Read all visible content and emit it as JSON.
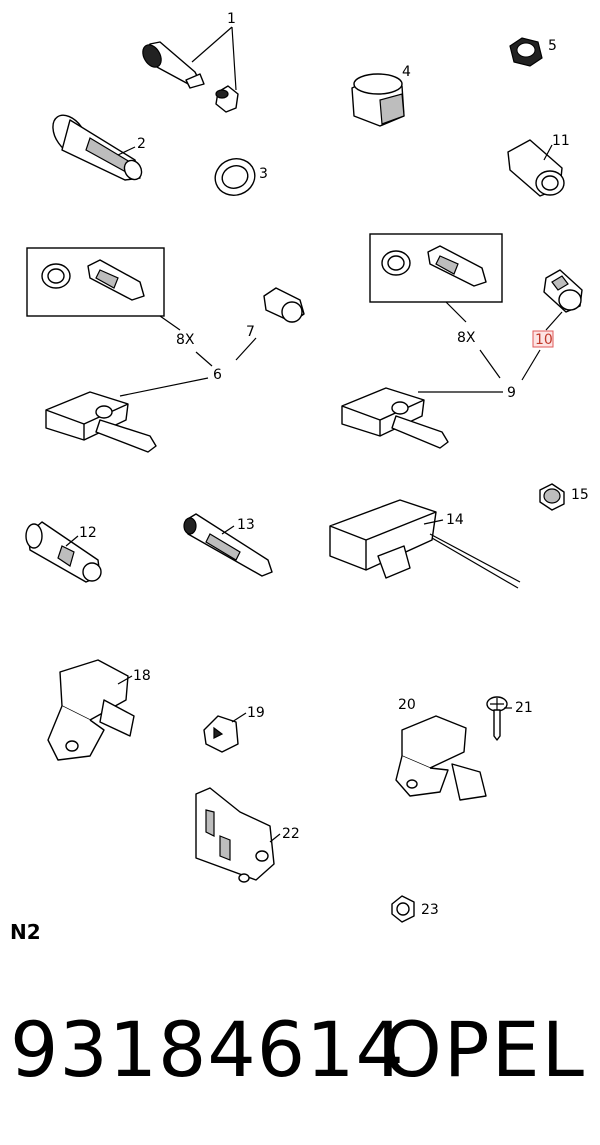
{
  "diagram": {
    "callouts": {
      "c1": "1",
      "c2": "2",
      "c3": "3",
      "c4": "4",
      "c5": "5",
      "c6": "6",
      "c7": "7",
      "c8x_left": "8X",
      "c8x_right": "8X",
      "c9": "9",
      "c10": "10",
      "c11": "11",
      "c12": "12",
      "c13": "13",
      "c14": "14",
      "c15": "15",
      "c18": "18",
      "c19": "19",
      "c20": "20",
      "c21": "21",
      "c22": "22",
      "c23": "23"
    },
    "highlighted_callout": "10",
    "highlight_color": "#e05a5a"
  },
  "footer": {
    "section_code": "N2",
    "part_number": "93184614",
    "brand": "OPEL"
  }
}
